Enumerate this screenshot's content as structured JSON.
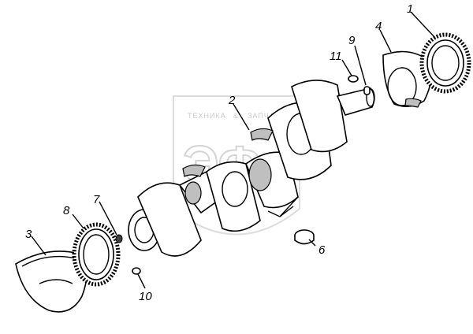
{
  "watermark": {
    "text_left": "ТЕХНИКА",
    "text_amp": "&",
    "text_right": "ЗАПЧАСТИ",
    "logo_text": "ЭФ"
  },
  "callouts": [
    {
      "id": "1",
      "label": "1"
    },
    {
      "id": "2",
      "label": "2"
    },
    {
      "id": "3",
      "label": "3"
    },
    {
      "id": "4",
      "label": "4"
    },
    {
      "id": "6",
      "label": "6"
    },
    {
      "id": "7",
      "label": "7"
    },
    {
      "id": "8",
      "label": "8"
    },
    {
      "id": "9",
      "label": "9"
    },
    {
      "id": "10",
      "label": "10"
    },
    {
      "id": "11",
      "label": "11"
    }
  ]
}
